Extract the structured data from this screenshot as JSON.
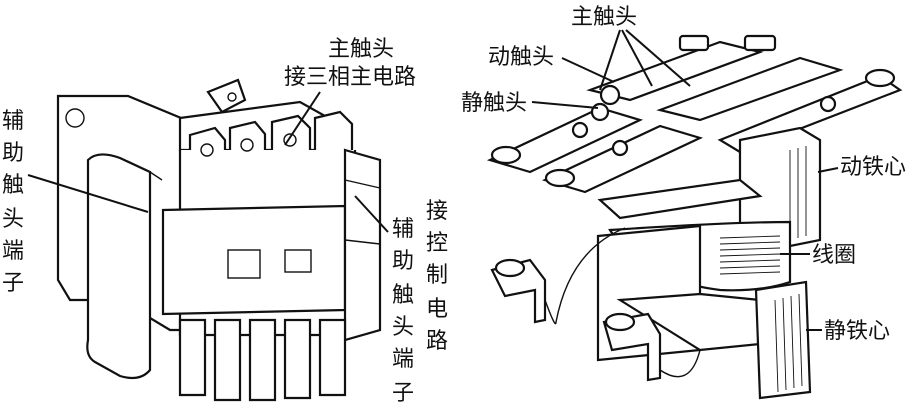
{
  "left": {
    "main_contact": "主触头",
    "main_circuit": "接三相主电路",
    "aux_terminal_left": [
      "辅",
      "助",
      "触",
      "头",
      "端",
      "子"
    ],
    "aux_terminal_right": [
      "辅",
      "助",
      "触",
      "头",
      "端",
      "子"
    ],
    "control_circuit": [
      "接",
      "控",
      "制",
      "电",
      "路"
    ]
  },
  "right": {
    "main_contact": "主触头",
    "moving_contact": "动触头",
    "static_contact": "静触头",
    "moving_core": "动铁心",
    "coil": "线圈",
    "static_core": "静铁心"
  }
}
